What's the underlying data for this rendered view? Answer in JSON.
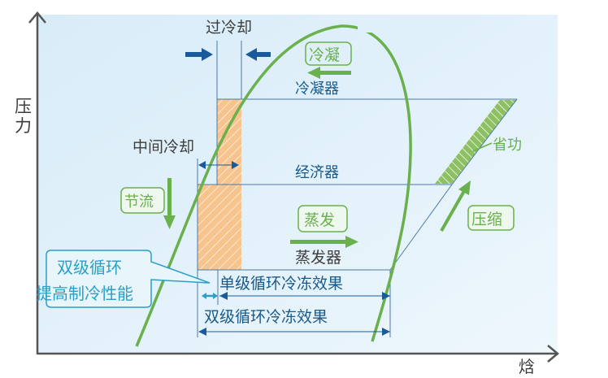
{
  "axes": {
    "y_label_1": "压",
    "y_label_2": "力",
    "x_label": "焓"
  },
  "labels": {
    "subcooling": "过冷却",
    "condensation": "冷凝",
    "condenser": "冷凝器",
    "intercooling": "中间冷却",
    "economizer": "经济器",
    "throttling": "节流",
    "evaporation": "蒸发",
    "evaporator": "蒸发器",
    "power_saving": "省功",
    "compression": "压缩",
    "callout_line1": "双级循环",
    "callout_line2": "提高制冷性能",
    "single_stage_effect": "单级循环冷冻效果",
    "two_stage_effect": "双级循环冷冻效果"
  },
  "colors": {
    "curve": "#6ab04c",
    "hatch_orange": "#f7c48e",
    "arrow_blue": "#1a5a9a",
    "callout": "#2a9fc7",
    "background": "#dff0fa"
  }
}
